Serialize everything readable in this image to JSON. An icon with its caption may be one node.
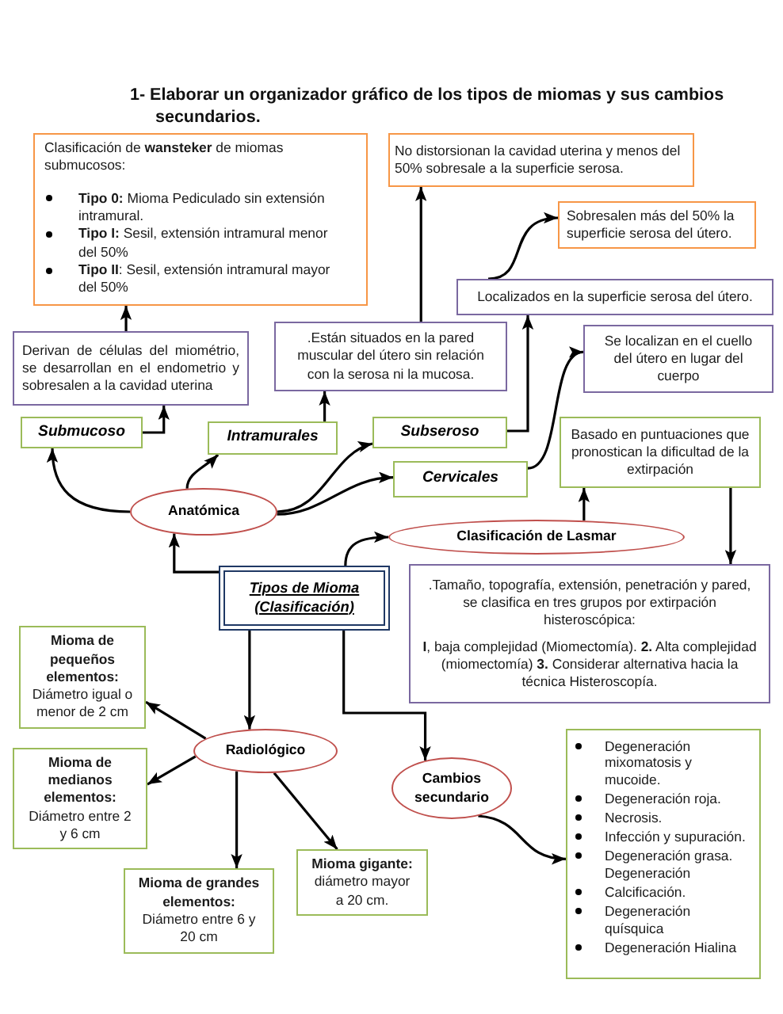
{
  "diagram": {
    "title": "1- Elaborar un organizador gráfico de los tipos de miomas y sus cambios secundarios.",
    "nodes": [
      {
        "text": [
          "Clasificación de **wansteker** de miomas submucosos:",
          "**Tipo 0:** Mioma Pediculado sin extensión intramural.",
          "**Tipo I:** Sesil, extensión intramural menor del 50%",
          "**Tipo II**: Sesil, extensión intramural mayor del 50%"
        ]
      },
      {
        "text": [
          "No distorsionan la cavidad uterina y menos del 50% sobresale a la superficie serosa."
        ]
      },
      {
        "text": [
          "Sobresalen más del 50% la superficie serosa del útero."
        ]
      },
      {
        "text": [
          "Localizados en la superficie serosa del útero."
        ]
      },
      {
        "text": [
          "Derivan de células del miométrio, se desarrollan en el endometrio y sobresalen a la cavidad uterina"
        ]
      },
      {
        "text": [
          ".Están situados en la pared muscular del útero sin relación con la serosa ni la mucosa."
        ]
      },
      {
        "text": [
          "Se localizan en el cuello del útero en lugar del cuerpo"
        ]
      },
      {
        "text": [
          "Submucoso"
        ]
      },
      {
        "text": [
          "Intramurales"
        ]
      },
      {
        "text": [
          "Subseroso"
        ]
      },
      {
        "text": [
          "Basado en puntuaciones que pronostican la dificultad de la extirpación"
        ]
      },
      {
        "text": [
          "Cervicales"
        ]
      },
      {
        "text": [
          "Anatómica"
        ]
      },
      {
        "text": [
          "Clasificación de Lasmar"
        ]
      },
      {
        "text": [
          "Tipos de Mioma (Clasificación)"
        ]
      },
      {
        "text": [
          ".Tamaño, topografía, extensión, penetración y pared, se clasifica en tres grupos por extirpación histeroscópica:",
          "**I**, baja complejidad (Miomectomía). **2.** Alta complejidad (miomectomía) **3.** Considerar alternativa hacia la técnica Histeroscopía."
        ]
      },
      {
        "text": [
          "Mioma de pequeños elementos:",
          "Diámetro igual o menor de 2 cm"
        ]
      },
      {
        "text": [
          "Radiológico"
        ]
      },
      {
        "text": [
          "Mioma de medianos elementos:",
          "Diámetro entre 2 y 6 cm"
        ]
      },
      {
        "text": [
          "Cambios secundario"
        ]
      },
      {
        "text": [
          "Degeneración mixomatosis y mucoide.",
          "Degeneración roja.",
          "Necrosis.",
          "Infección y supuración.",
          "Degeneración grasa. Degeneración",
          "Calcificación.",
          "Degeneración quísquica",
          "Degeneración Hialina"
        ]
      },
      {
        "text": [
          "Mioma gigante:",
          "diámetro mayor a 20 cm."
        ]
      },
      {
        "text": [
          "Mioma de grandes elementos:",
          "Diámetro entre 6 y 20 cm"
        ]
      }
    ],
    "edges": [
      {
        "from": 4,
        "to": 0,
        "arrow": "to"
      },
      {
        "from": 7,
        "to": 4,
        "arrow": "to"
      },
      {
        "from": 8,
        "to": 5,
        "arrow": "to"
      },
      {
        "from": 5,
        "to": 1,
        "arrow": "to"
      },
      {
        "from": 9,
        "to": 3,
        "arrow": "to"
      },
      {
        "from": 3,
        "to": 2,
        "arrow": "to"
      },
      {
        "from": 11,
        "to": 6,
        "arrow": "to"
      },
      {
        "from": 12,
        "to": 7,
        "arrow": "to"
      },
      {
        "from": 12,
        "to": 8,
        "arrow": "to"
      },
      {
        "from": 12,
        "to": 9,
        "arrow": "to"
      },
      {
        "from": 12,
        "to": 11,
        "arrow": "to"
      },
      {
        "from": 14,
        "to": 12,
        "arrow": "to"
      },
      {
        "from": 14,
        "to": 13,
        "arrow": "to"
      },
      {
        "from": 13,
        "to": 10,
        "arrow": "to"
      },
      {
        "from": 10,
        "to": 15,
        "arrow": "to"
      },
      {
        "from": 14,
        "to": 17,
        "arrow": "to"
      },
      {
        "from": 14,
        "to": 19,
        "arrow": "to"
      },
      {
        "from": 17,
        "to": 16,
        "arrow": "to"
      },
      {
        "from": 17,
        "to": 18,
        "arrow": "to"
      },
      {
        "from": 17,
        "to": 22,
        "arrow": "to"
      },
      {
        "from": 17,
        "to": 21,
        "arrow": "to"
      },
      {
        "from": 19,
        "to": 20,
        "arrow": "to"
      }
    ]
  }
}
